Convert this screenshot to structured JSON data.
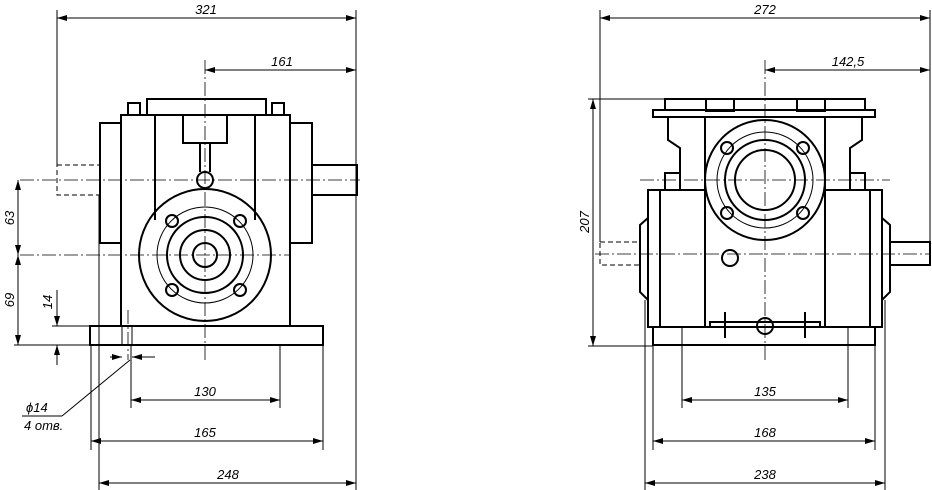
{
  "front_view": {
    "dims": {
      "overall_width": "321",
      "shaft_offset": "161",
      "height_upper": "63",
      "height_lower": "69",
      "base_thickness": "14",
      "hole_spacing": "130",
      "base_width": "165",
      "total_width": "248"
    },
    "hole_note": {
      "diameter": "ϕ14",
      "count": "4 отв."
    }
  },
  "side_view": {
    "dims": {
      "overall_width": "272",
      "shaft_offset": "142,5",
      "overall_height": "207",
      "hole_spacing": "135",
      "base_width": "168",
      "total_width": "238"
    }
  },
  "colors": {
    "line": "#000000",
    "background": "#ffffff"
  }
}
